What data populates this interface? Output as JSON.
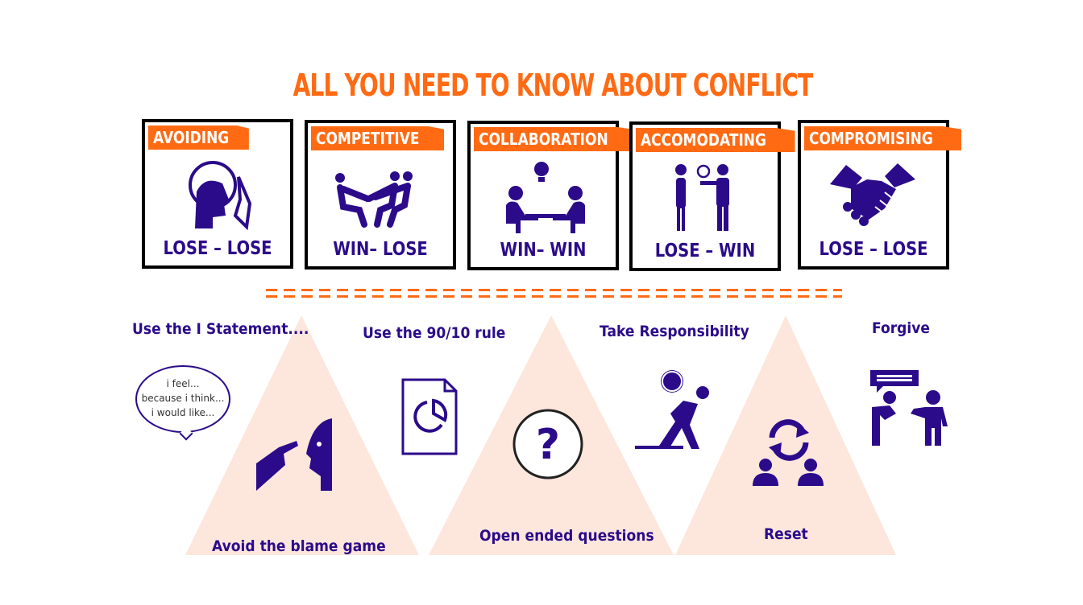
{
  "title": "ALL YOU NEED TO KNOW ABOUT CONFLICT",
  "colors": {
    "accent": "#ff6a13",
    "primary": "#2b0b8a",
    "triangle": "#fde6dc"
  },
  "styles": [
    {
      "name": "AVOIDING",
      "outcome": "LOSE – LOSE",
      "icon": "head-covering-ear-icon"
    },
    {
      "name": "COMPETITIVE",
      "outcome": "WIN– LOSE",
      "icon": "tug-of-war-icon"
    },
    {
      "name": "COLLABORATION",
      "outcome": "WIN– WIN",
      "icon": "meeting-lightbulb-icon"
    },
    {
      "name": "ACCOMODATING",
      "outcome": "LOSE – WIN",
      "icon": "people-smile-icon"
    },
    {
      "name": "COMPROMISING",
      "outcome": "LOSE – LOSE",
      "icon": "handshake-icon"
    }
  ],
  "tips": {
    "i_statement": "Use the I Statement....",
    "bubble": [
      "i feel...",
      "because i think...",
      "i would like..."
    ],
    "rule": "Use the 90/10 rule",
    "responsibility": "Take Responsibility",
    "forgive": "Forgive",
    "blame": "Avoid the blame game",
    "questions": "Open ended questions",
    "reset": "Reset"
  }
}
